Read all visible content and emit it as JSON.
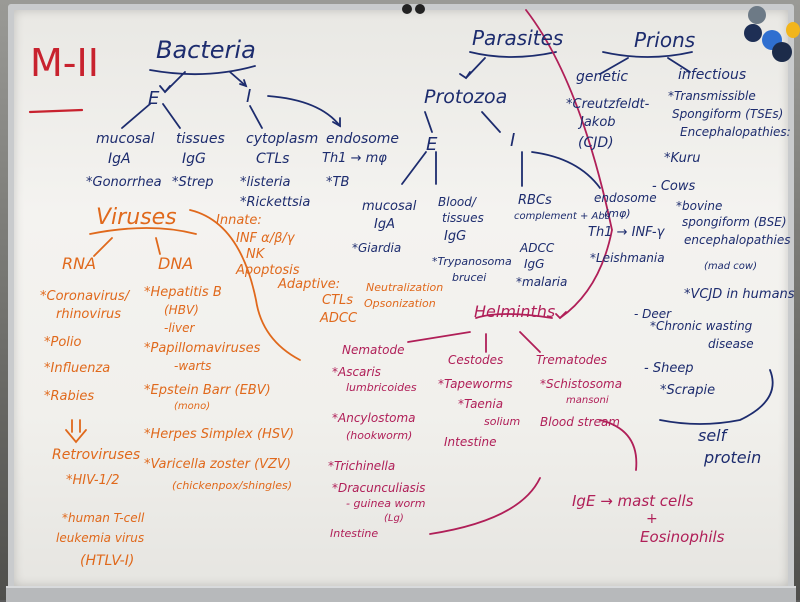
{
  "board": {
    "corner_title": "M-II",
    "bacteria": {
      "header": "Bacteria",
      "extracellular": "E",
      "intracellular": "I",
      "mucosal": "mucosal",
      "mucosal_ig": "IgA",
      "mucosal_ex": "*Gonorrhea",
      "tissues": "tissues",
      "tissues_ig": "IgG",
      "tissues_ex": "*Strep",
      "cytoplasm": "cytoplasm",
      "cytoplasm_cells": "CTLs",
      "cytoplasm_ex1": "*listeria",
      "cytoplasm_ex2": "*Rickettsia",
      "endosome": "endosome",
      "endosome_path": "Th1 → mφ",
      "endosome_ex": "*TB"
    },
    "viruses": {
      "header": "Viruses",
      "rna": "RNA",
      "dna": "DNA",
      "rna_items": [
        "*Coronavirus/",
        "rhinovirus",
        "*Polio",
        "*Influenza",
        "*Rabies"
      ],
      "retro_header": "Retroviruses",
      "retro_items": [
        "*HIV-1/2",
        "*human T-cell",
        "leukemia virus",
        "(HTLV-I)"
      ],
      "dna_items": [
        "*Hepatitis B",
        "(HBV)",
        "-liver",
        "*Papillomaviruses",
        "-warts",
        "*Epstein Barr (EBV)",
        "(mono)",
        "*Herpes Simplex (HSV)",
        "*Varicella zoster (VZV)",
        "(chickenpox/shingles)"
      ],
      "innate_header": "Innate:",
      "innate_items": [
        "INF α/β/γ",
        "NK",
        "Apoptosis"
      ],
      "adaptive_header": "Adaptive:",
      "adaptive_items": [
        "CTLs",
        "ADCC"
      ],
      "adaptive_side": [
        "Neutralization",
        "Opsonization"
      ]
    },
    "parasites": {
      "header": "Parasites",
      "protozoa": "Protozoa",
      "extracellular": "E",
      "intracellular": "I",
      "mucosal": "mucosal",
      "mucosal_ig": "IgA",
      "mucosal_ex": "*Giardia",
      "blood": "Blood/",
      "blood_tissues": "tissues",
      "blood_ig": "IgG",
      "blood_ex1": "*Trypanosoma",
      "blood_ex2": "brucei",
      "rbc": "RBCs",
      "rbc_mech": "complement + Abs",
      "rbc_adcc": "ADCC",
      "rbc_ig": "IgG",
      "rbc_ex": "*malaria",
      "endosome": "endosome",
      "endosome_sub": "(mφ)",
      "endosome_path": "Th1 → INF-γ",
      "endosome_ex": "*Leishmania",
      "helminths": "Helminths",
      "nematode": "Nematode",
      "nematode_items": [
        "*Ascaris",
        "lumbricoides",
        "*Ancylostoma",
        "(hookworm)",
        "*Trichinella",
        "*Dracunculiasis",
        "- guinea worm",
        "(Lg)",
        "Intestine"
      ],
      "cestodes": "Cestodes",
      "cestode_items": [
        "*Tapeworms",
        "*Taenia",
        "solium",
        "Intestine"
      ],
      "trematodes": "Trematodes",
      "trematode_items": [
        "*Schistosoma",
        "mansoni",
        "Blood stream"
      ],
      "ige_line": "IgE → mast cells",
      "ige_plus": "+",
      "ige_eos": "Eosinophils"
    },
    "prions": {
      "header": "Prions",
      "genetic": "genetic",
      "genetic_items": [
        "*Creutzfeldt-",
        "Jakob",
        "(CJD)"
      ],
      "infectious": "infectious",
      "infectious_items": [
        "*Transmissible",
        "Spongiform (TSEs)",
        "Encephalopathies:"
      ],
      "kuru": "*Kuru",
      "cows": "- Cows",
      "cows_items": [
        "*bovine",
        "spongiform (BSE)",
        "encephalopathies",
        "(mad cow)"
      ],
      "vcjd": "*VCJD in humans",
      "deer": "- Deer",
      "deer_items": [
        "*Chronic wasting",
        "disease"
      ],
      "sheep": "- Sheep",
      "scrapie": "*Scrapie",
      "self_protein": [
        "self",
        "protein"
      ]
    }
  },
  "colors": {
    "navy_marker": "#1d2c6e",
    "orange_marker": "#e0691c",
    "magenta_marker": "#b01f58",
    "red_marker": "#c8222e",
    "board_white": "#f2f1ed"
  }
}
